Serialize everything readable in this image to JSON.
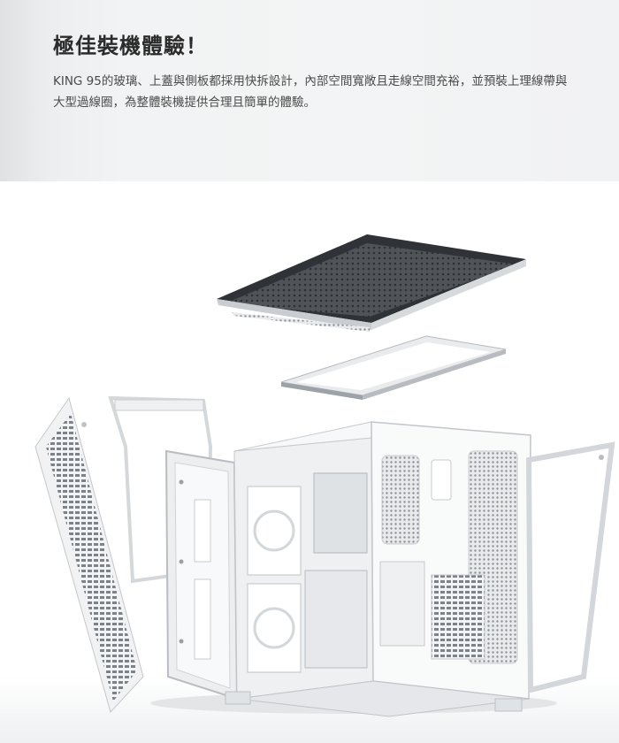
{
  "header": {
    "headline": "極佳裝機體驗！",
    "description": "KING 95的玻璃、上蓋與側板都採用快拆設計，內部空間寬敞且走線空間充裕，並預裝上理線帶與大型過線圈，為整體裝機提供合理且簡單的體驗。"
  },
  "colors": {
    "header_bg": "#f1f2f3",
    "headline_text": "#2b2b2b",
    "body_text": "#4a4a4a",
    "case_white": "#f4f5f6",
    "panel_edge": "#cfd2d6",
    "mesh_dark": "#3a3d42"
  },
  "illustration": {
    "subject": "exploded view of white PC case with removable top cover, top frame, side panels and glass door"
  }
}
